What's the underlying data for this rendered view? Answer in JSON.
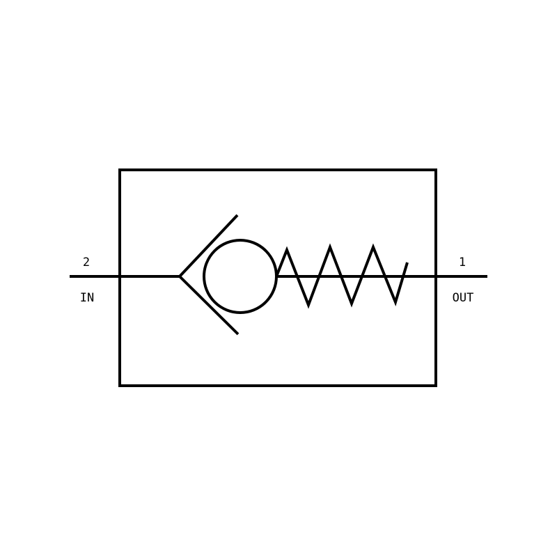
{
  "ports": {
    "inlet": {
      "number": "2",
      "name": "IN"
    },
    "outlet": {
      "number": "1",
      "name": "OUT"
    }
  },
  "colors": {
    "stroke": "#000000",
    "background": "#ffffff"
  }
}
